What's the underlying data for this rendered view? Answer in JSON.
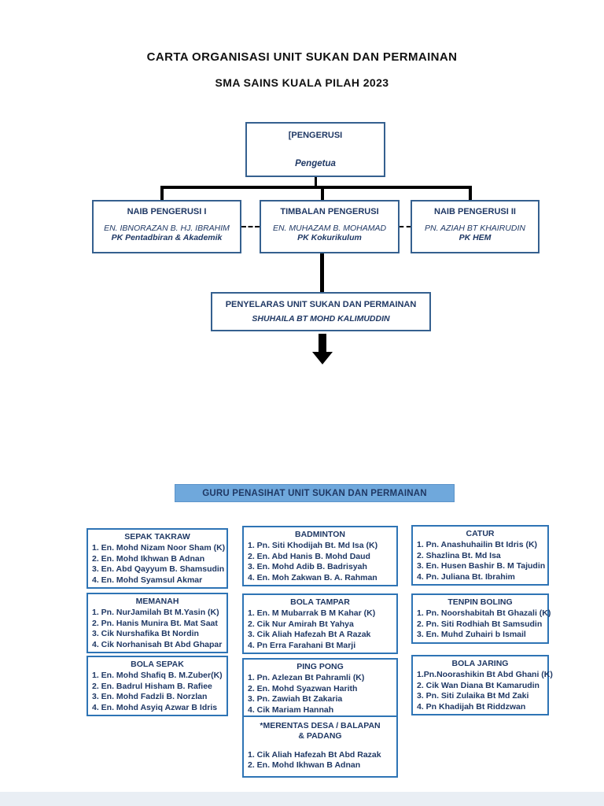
{
  "document": {
    "title_line1": "CARTA ORGANISASI UNIT SUKAN DAN PERMAINAN",
    "title_line2": "SMA SAINS KUALA PILAH 2023"
  },
  "org_chart": {
    "pengerusi": {
      "title": "[PENGERUSI",
      "name": "Pengetua"
    },
    "deputies": [
      {
        "title": "NAIB PENGERUSI I",
        "name": "EN. IBNORAZAN B. HJ. IBRAHIM",
        "role": "PK Pentadbiran & Akademik"
      },
      {
        "title": "TIMBALAN PENGERUSI",
        "name": "EN. MUHAZAM B. MOHAMAD",
        "role": "PK Kokurikulum"
      },
      {
        "title": "NAIB PENGERUSI II",
        "name": "PN. AZIAH BT KHAIRUDIN",
        "role": "PK HEM"
      }
    ],
    "penyelaras": {
      "title": "PENYELARAS UNIT SUKAN DAN PERMAINAN",
      "name": "SHUHAILA BT MOHD KALIMUDDIN"
    }
  },
  "banner": {
    "label": "GURU PENASIHAT UNIT SUKAN DAN PERMAINAN"
  },
  "teams": [
    {
      "title": "SEPAK TAKRAW",
      "members": [
        "1. En. Mohd Nizam Noor Sham (K)",
        "2. En. Mohd Ikhwan B Adnan",
        "3. En. Abd Qayyum B. Shamsudin",
        "4. En. Mohd Syamsul Akmar"
      ]
    },
    {
      "title": "BADMINTON",
      "members": [
        "1. Pn. Siti Khodijah Bt. Md Isa (K)",
        "2. En. Abd Hanis B. Mohd Daud",
        "3. En. Mohd Adib B. Badrisyah",
        "4. En. Moh Zakwan B. A. Rahman"
      ]
    },
    {
      "title": "CATUR",
      "members": [
        "1. Pn. Anashuhailin Bt Idris (K)",
        "2. Shazlina Bt. Md Isa",
        "3. En. Husen Bashir B. M Tajudin",
        "4. Pn. Juliana Bt. Ibrahim"
      ]
    },
    {
      "title": "MEMANAH",
      "members": [
        "1. Pn. NurJamilah Bt M.Yasin (K)",
        "2. Pn. Hanis Munira Bt. Mat Saat",
        "3. Cik Nurshafika Bt Nordin",
        "4. Cik Norhanisah Bt Abd Ghapar"
      ]
    },
    {
      "title": "BOLA TAMPAR",
      "members": [
        "1. En. M Mubarrak B M Kahar (K)",
        "2. Cik Nur Amirah Bt Yahya",
        "3. Cik Aliah Hafezah Bt A Razak",
        "4. Pn Erra Farahani Bt Marji"
      ]
    },
    {
      "title": "TENPIN BOLING",
      "members": [
        "1. Pn. Noorshabitah Bt Ghazali (K)",
        "2. Pn. Siti Rodhiah Bt Samsudin",
        "3. En. Muhd Zuhairi b Ismail"
      ]
    },
    {
      "title": "BOLA SEPAK",
      "members": [
        "1. En. Mohd Shafiq B. M.Zuber(K)",
        "2. En. Badrul Hisham B. Rafiee",
        "3. En. Mohd Fadzli B. Norzlan",
        "4. En. Mohd Asyiq Azwar B Idris"
      ]
    },
    {
      "title": "PING PONG",
      "members": [
        "1. Pn. Azlezan Bt Pahramli (K)",
        "2. En. Mohd Syazwan Harith",
        "3. Pn. Zawiah Bt Zakaria",
        "4. Cik Mariam Hannah"
      ]
    },
    {
      "title": "BOLA JARING",
      "members": [
        "1.Pn.Noorashikin Bt Abd Ghani (K)",
        "2. Cik Wan Diana Bt Kamarudin",
        "3. Pn. Siti Zulaika Bt Md Zaki",
        "4. Pn Khadijah Bt Riddzwan"
      ]
    },
    {
      "title": "*MERENTAS DESA / BALAPAN & PADANG",
      "members": [
        "1. Cik Aliah Hafezah Bt Abd Razak",
        "2. En. Mohd Ikhwan B Adnan"
      ]
    }
  ],
  "colors": {
    "navy_text": "#1f3864",
    "org_box_border": "#35608f",
    "team_box_border": "#2e74b5",
    "banner_bg": "#6fa8dc",
    "connector": "#000000",
    "page_bg": "#ffffff",
    "canvas_bg": "#e9eef4"
  }
}
